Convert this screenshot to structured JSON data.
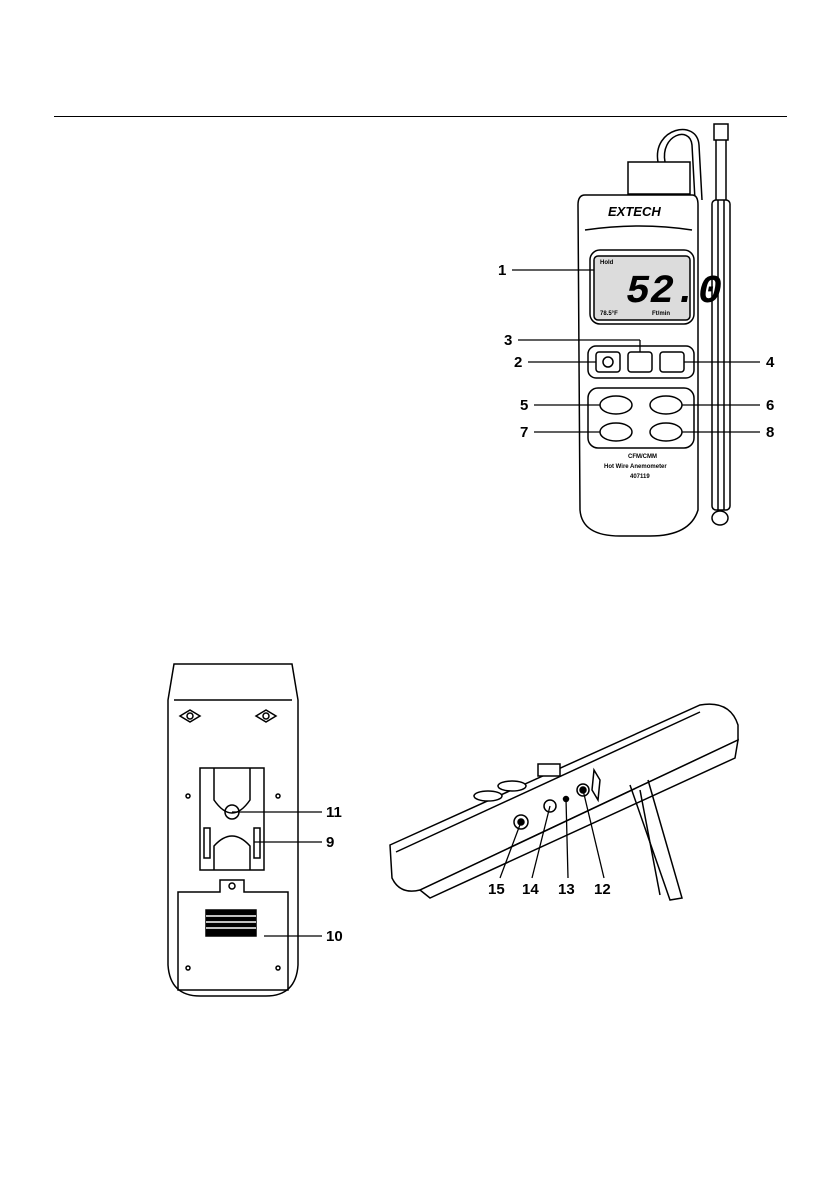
{
  "device_front": {
    "brand": "EXTECH",
    "display_value": "52.0",
    "display_small_left": "Hold",
    "display_temp": "78.5°F",
    "display_unit": "Ft/min",
    "model_line1": "CFM/CMM",
    "model_line2": "Hot Wire Anemometer",
    "model_number": "407119"
  },
  "callouts_front": [
    "1",
    "2",
    "3",
    "4",
    "5",
    "6",
    "7",
    "8"
  ],
  "callouts_back": [
    "11",
    "9",
    "10"
  ],
  "callouts_side": [
    "15",
    "14",
    "13",
    "12"
  ]
}
